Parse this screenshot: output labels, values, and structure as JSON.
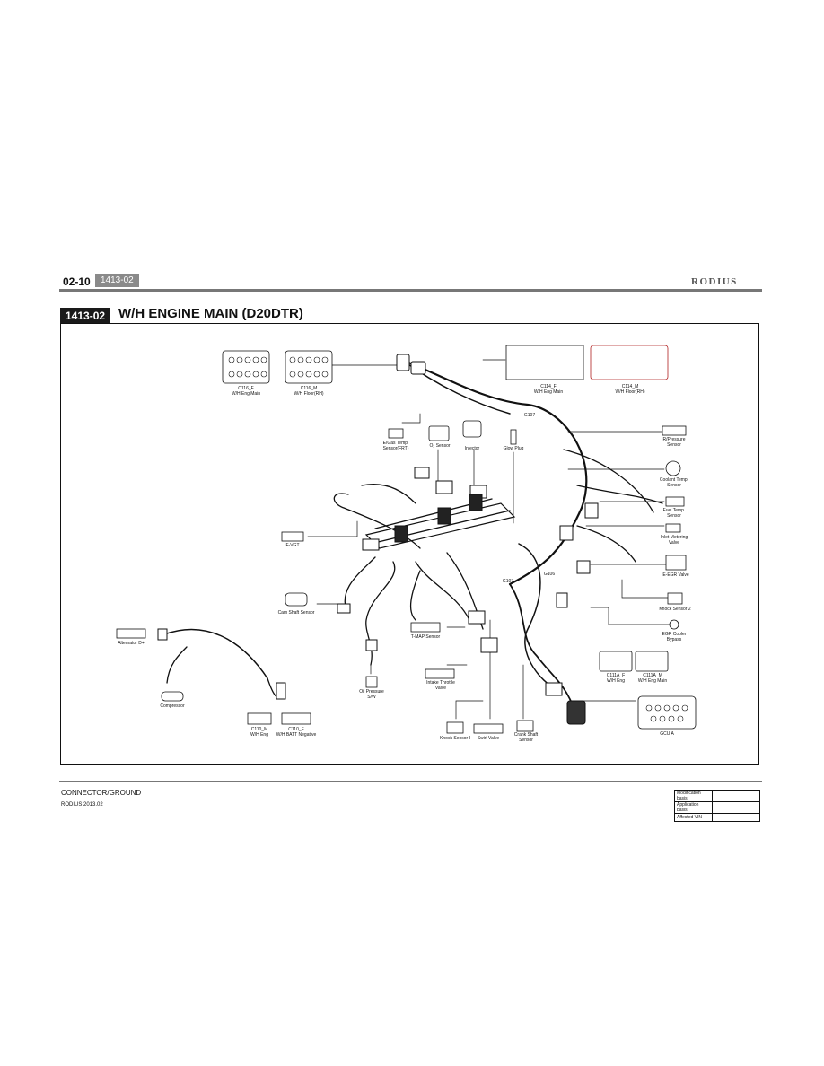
{
  "header": {
    "page_number": "02-10",
    "section_code": "1413-02",
    "brand": "RODIUS"
  },
  "title": {
    "code": "1413-02",
    "text": "W/H ENGINE MAIN (D20DTR)"
  },
  "labels": {
    "c116f": "C116_F\nW/H Eng Main",
    "c116m": "C116_M\nW/H Floor(RH)",
    "c114f": "C114_F\nW/H Eng Main",
    "c114m": "C114_M\nW/H Floor(RH)",
    "ertemp": "E/Gas Temp.\nSensor(FRT)",
    "o2": "O₂ Sensor",
    "injector": "Injector",
    "glow": "Glow Plug",
    "rpressure": "R/Pressure\nSensor",
    "coolant": "Coolant Temp.\nSensor",
    "fueltemp": "Fuel Temp.\nSensor",
    "imv": "Inlet Metering\nValve",
    "eegr": "E-EGR Valve",
    "knock2": "Knock Sensor 2",
    "egrbypass": "EGR Cooler\nBypass",
    "fvgt": "F-VGT",
    "cam": "Cam Shaft Sensor",
    "alternator": "Alternator D+",
    "compressor": "Compressor",
    "tmap": "T-MAP Sensor",
    "throttle": "Intake Throttle\nValve",
    "oilpress": "Oil Pressure\nS/W",
    "c110m": "C110_M\nW/H Eng",
    "c110f": "C110_F\nW/H BATT Negative",
    "knock1": "Knock Sensor I",
    "swirl": "Swirl Valve",
    "crank": "Crank Shaft\nSensor",
    "c111af": "C111A_F\nW/H Eng",
    "c111am": "C111A_M\nW/H Eng Main",
    "gcu": "GCU A",
    "g107a": "G107",
    "g107b": "G107",
    "g106": "G106"
  },
  "footer": {
    "left_title": "CONNECTOR/GROUND",
    "left_sub": "RODIUS 2013.02"
  },
  "mod_table": {
    "rows": [
      "Modification basis",
      "Application basis",
      "Affected VIN"
    ]
  }
}
